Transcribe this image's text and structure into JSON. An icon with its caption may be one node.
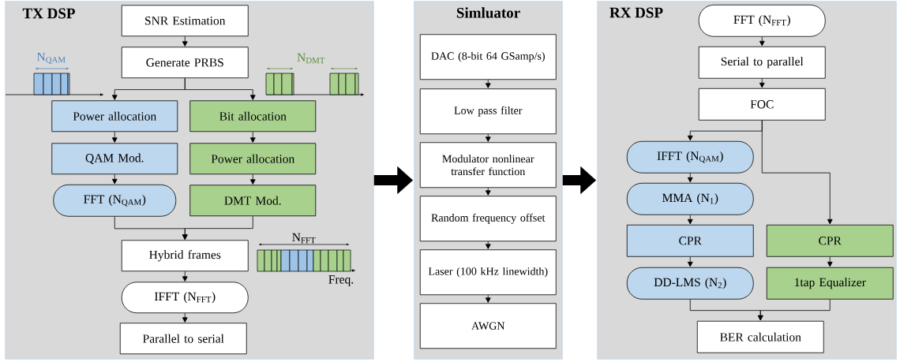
{
  "diagram": {
    "nodes": [
      {
        "text": [
          "TX DSP"
        ]
      },
      {
        "text": [
          "SNR Estimation"
        ],
        "in": 0
      },
      {
        "text": [
          "Generate PRBS"
        ],
        "in": 0
      },
      {
        "text": [
          "Power allocation"
        ],
        "in": 0
      },
      {
        "text": [
          "Bit allocation"
        ],
        "in": 0
      },
      {
        "text": [
          "QAM Mod."
        ],
        "in": 0
      },
      {
        "text": [
          "Power allocation"
        ],
        "in": 0
      },
      {
        "text": [
          "FFT (N$_{QAM}$)"
        ],
        "in": 0
      },
      {
        "text": [
          "DMT Mod."
        ],
        "in": 0
      },
      {
        "text": [
          "Hybrid frames"
        ],
        "in": 0
      },
      {
        "text": [
          "IFFT (N$_{FFT}$)"
        ],
        "in": 0
      },
      {
        "text": [
          "Parallel to serial"
        ],
        "in": 0
      },
      {
        "text": [
          "Simluator"
        ]
      },
      {
        "text": [
          "DAC (8-bit 64 GSamp/s)"
        ],
        "in": 12
      },
      {
        "text": [
          "Low pass filter"
        ],
        "in": 12
      },
      {
        "text": [
          "Modulator nonlinear transfer function"
        ],
        "in": 12
      },
      {
        "text": [
          "Random frequency offset"
        ],
        "in": 12
      },
      {
        "text": [
          "Laser (100 kHz linewidth)"
        ],
        "in": 12
      },
      {
        "text": [
          "AWGN"
        ],
        "in": 12
      },
      {
        "text": [
          "RX DSP"
        ]
      },
      {
        "text": [
          "FFT (N$_{FFT}$)"
        ],
        "in": 19
      },
      {
        "text": [
          "Serial to parallel"
        ],
        "in": 19
      },
      {
        "text": [
          "FOC"
        ],
        "in": 19
      },
      {
        "text": [
          "IFFT (N$_{QAM}$)"
        ],
        "in": 19
      },
      {
        "text": [
          "MMA (N$_{1}$)"
        ],
        "in": 19
      },
      {
        "text": [
          "CPR"
        ],
        "in": 19
      },
      {
        "text": [
          "CPR"
        ],
        "in": 19
      },
      {
        "text": [
          "DD-LMS (N$_{2}$)"
        ],
        "in": 19
      },
      {
        "text": [
          "1tap Equalizer"
        ],
        "in": 19
      },
      {
        "text": [
          "BER calculation"
        ],
        "in": 19
      }
    ],
    "edges": [
      {
        "from": 1,
        "to": 2,
        "arrow": "to"
      },
      {
        "from": 2,
        "to": 3,
        "arrow": "to"
      },
      {
        "from": 2,
        "to": 4,
        "arrow": "to"
      },
      {
        "from": 3,
        "to": 5,
        "arrow": "to"
      },
      {
        "from": 5,
        "to": 7,
        "arrow": "to"
      },
      {
        "from": 4,
        "to": 6,
        "arrow": "to"
      },
      {
        "from": 6,
        "to": 8,
        "arrow": "to"
      },
      {
        "from": 7,
        "to": 9,
        "arrow": "to"
      },
      {
        "from": 8,
        "to": 9,
        "arrow": "to"
      },
      {
        "from": 9,
        "to": 10,
        "arrow": "to"
      },
      {
        "from": 10,
        "to": 11,
        "arrow": "to"
      },
      {
        "from": 0,
        "to": 12,
        "arrow": "to",
        "style": "thick"
      },
      {
        "from": 13,
        "to": 14,
        "arrow": "to"
      },
      {
        "from": 14,
        "to": 15,
        "arrow": "to"
      },
      {
        "from": 15,
        "to": 16,
        "arrow": "to"
      },
      {
        "from": 16,
        "to": 17,
        "arrow": "to"
      },
      {
        "from": 17,
        "to": 18,
        "arrow": "to"
      },
      {
        "from": 12,
        "to": 19,
        "arrow": "to",
        "style": "thick"
      },
      {
        "from": 20,
        "to": 21,
        "arrow": "to"
      },
      {
        "from": 21,
        "to": 22,
        "arrow": "to"
      },
      {
        "from": 22,
        "to": 23,
        "arrow": "to"
      },
      {
        "from": 22,
        "to": 26,
        "arrow": "to"
      },
      {
        "from": 23,
        "to": 24,
        "arrow": "to"
      },
      {
        "from": 24,
        "to": 25,
        "arrow": "to"
      },
      {
        "from": 25,
        "to": 27,
        "arrow": "to"
      },
      {
        "from": 26,
        "to": 28,
        "arrow": "to"
      },
      {
        "from": 27,
        "to": 29,
        "arrow": "to"
      },
      {
        "from": 28,
        "to": 29,
        "arrow": "to"
      }
    ],
    "labels": [
      "N$_{QAM}$",
      "N$_{DMT}$",
      "N$_{FFT}$",
      "Freq."
    ]
  }
}
